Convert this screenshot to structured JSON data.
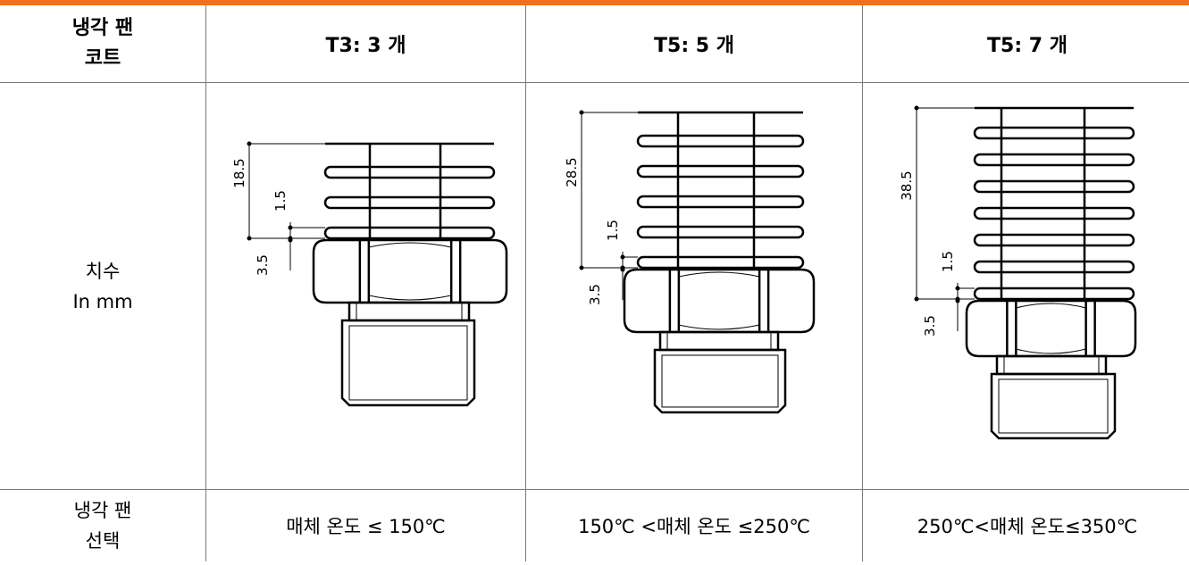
{
  "header": {
    "row_label_line1": "냉각 팬",
    "row_label_line2": "코트",
    "col1": "T3: 3 개",
    "col2": "T5: 5 개",
    "col3": "T5: 7 개"
  },
  "dimensions_row": {
    "label_line1": "치수",
    "label_line2": "In mm",
    "drawing1": {
      "fins": 3,
      "overall": "18.5",
      "fin": "1.5",
      "nut": "3.5"
    },
    "drawing2": {
      "fins": 5,
      "overall": "28.5",
      "fin": "1.5",
      "nut": "3.5"
    },
    "drawing3": {
      "fins": 7,
      "overall": "38.5",
      "fin": "1.5",
      "nut": "3.5"
    }
  },
  "selection_row": {
    "label_line1": "냉각 팬",
    "label_line2": "선택",
    "col1": "매체 온도 ≤ 150℃",
    "col2": "150℃ <매체 온도 ≤250℃",
    "col3": "250℃<매체 온도≤350℃"
  },
  "colors": {
    "accent_bar": "#f07020",
    "grid": "#7a7a7a"
  }
}
